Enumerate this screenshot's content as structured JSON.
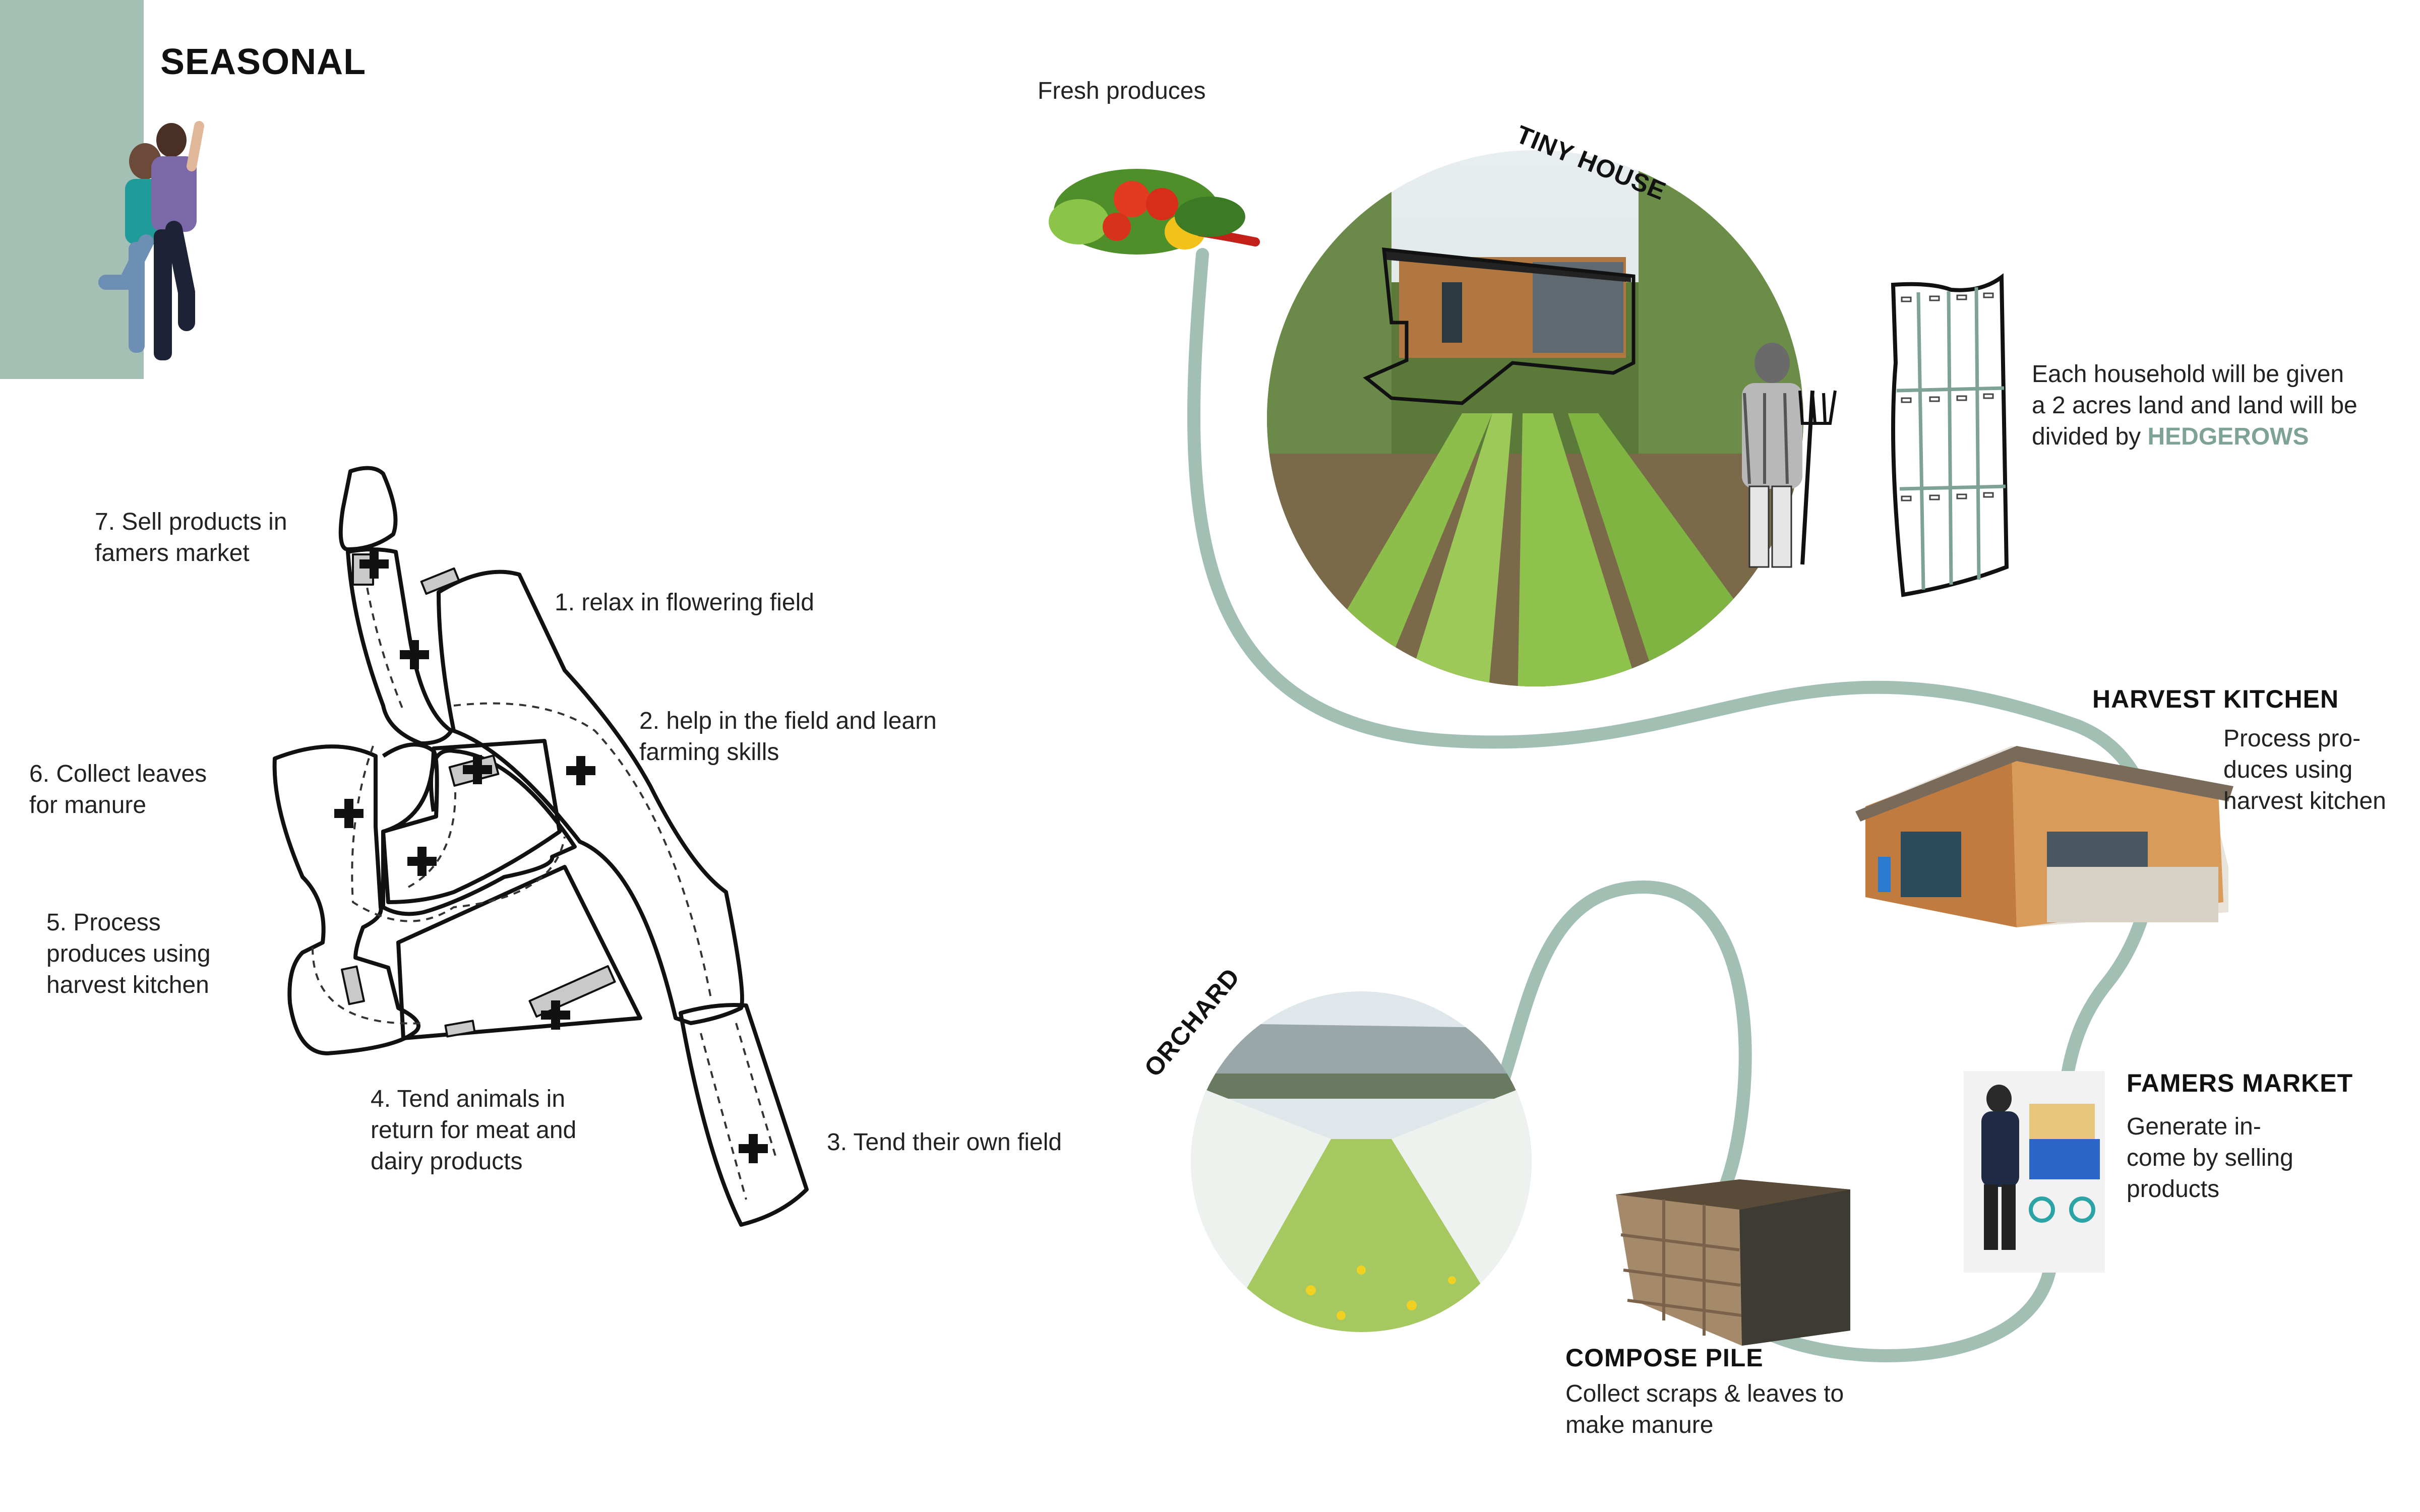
{
  "page": {
    "title": "SEASONAL"
  },
  "colors": {
    "accent": "#a4bfb4",
    "path": "#a2bfb3",
    "hedgerow": "#7ea396",
    "ink": "#111111"
  },
  "plan_labels": {
    "step1": "1. relax in flowering field",
    "step2": [
      "2. help in the field and learn",
      "farming skills"
    ],
    "step3": "3. Tend their own field",
    "step4": [
      "4. Tend animals in",
      "return for meat and",
      "dairy products"
    ],
    "step5": [
      "5. Process",
      "produces using",
      "harvest kitchen"
    ],
    "step6": [
      "6. Collect leaves",
      "for manure"
    ],
    "step7": [
      "7. Sell products in",
      "famers market"
    ]
  },
  "stations": {
    "fresh": {
      "label": "Fresh produces"
    },
    "tiny_house": {
      "heading": "TINY HOUSE"
    },
    "household": {
      "lines": [
        "Each household will be given",
        "a 2 acres land and land will be"
      ],
      "line3_prefix": "divided by ",
      "highlight": "HEDGEROWS"
    },
    "harvest_kitchen": {
      "heading": "HARVEST KITCHEN",
      "lines": [
        "Process pro-",
        "duces using",
        "harvest kitchen"
      ]
    },
    "famers_market": {
      "heading": "FAMERS MARKET",
      "lines": [
        "Generate in-",
        "come by selling",
        "products"
      ]
    },
    "compose_pile": {
      "heading": "COMPOSE PILE",
      "lines": [
        "Collect scraps & leaves to",
        "make manure"
      ]
    },
    "orchard": {
      "heading": "ORCHARD"
    }
  }
}
